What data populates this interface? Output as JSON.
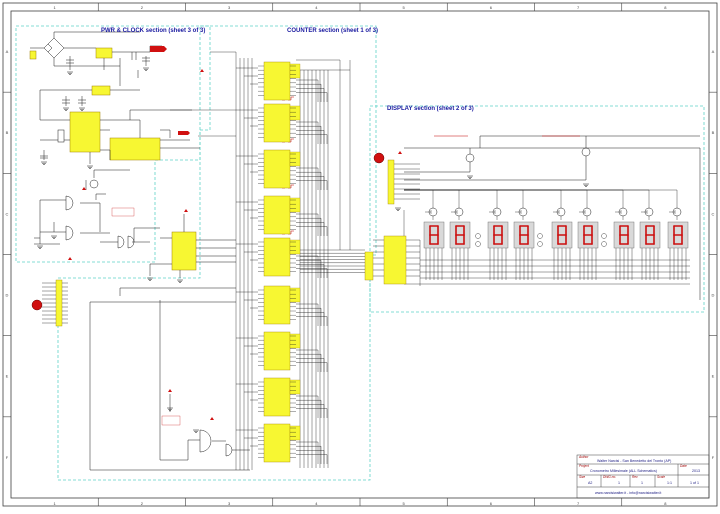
{
  "sections": {
    "pwr_clock": "PWR & CLOCK section (sheet 3 of 3)",
    "counter": "COUNTER section (sheet 1 of 3)",
    "display": "DISPLAY section (sheet 2 of 3)"
  },
  "border": {
    "top_numbers": [
      "1",
      "2",
      "3",
      "4",
      "5",
      "6",
      "7",
      "8"
    ],
    "side_letters": [
      "A",
      "B",
      "C",
      "D",
      "E",
      "F"
    ]
  },
  "title_block": {
    "author_key": "Author",
    "author": "Walter Narcisi - San Benedetto del Tronto (AP)",
    "project_key": "Project",
    "project": "Cronometro Millesimale (ALL Schematics)",
    "size_key": "Size",
    "size": "A2",
    "dwg_key": "DWG no.",
    "dwg": "1",
    "rev_key": "Rev",
    "rev": "1",
    "scale_key": "Scale",
    "scale": "1:1",
    "date_key": "Date",
    "date": "2013",
    "sheet": "1 of 1",
    "web": "www.narcisiwalter.it  -  info@narcisiwalter.it"
  },
  "colors": {
    "wire": "#1a1a1a",
    "chip_fill": "#f7f732",
    "chip_border": "#a08000",
    "section_border": "#5fd3c8",
    "display_digit": "#cc1010",
    "display_body": "#d9d9d9",
    "power_red": "#d01010",
    "title_text": "#1a1aa0"
  },
  "icons": [
    "ground-icon",
    "power-symbol-icon",
    "transistor-icon",
    "seven-segment-display-icon",
    "ic-chip-icon",
    "connector-icon",
    "logic-gate-icon"
  ]
}
